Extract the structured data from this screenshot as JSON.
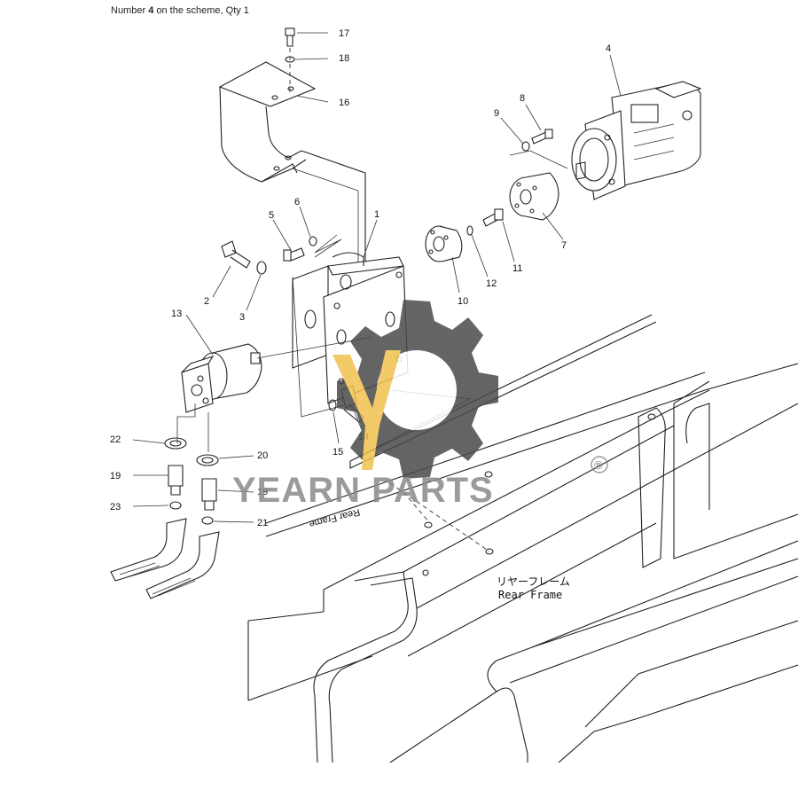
{
  "caption": {
    "prefix": "Number ",
    "number": "4",
    "suffix": " on the scheme, Qty 1"
  },
  "callouts": [
    {
      "id": "17",
      "label": "17"
    },
    {
      "id": "18",
      "label": "18"
    },
    {
      "id": "16",
      "label": "16"
    },
    {
      "id": "4",
      "label": "4"
    },
    {
      "id": "8",
      "label": "8"
    },
    {
      "id": "9",
      "label": "9"
    },
    {
      "id": "1",
      "label": "1"
    },
    {
      "id": "6",
      "label": "6"
    },
    {
      "id": "5",
      "label": "5"
    },
    {
      "id": "7",
      "label": "7"
    },
    {
      "id": "11",
      "label": "11"
    },
    {
      "id": "12",
      "label": "12"
    },
    {
      "id": "10",
      "label": "10"
    },
    {
      "id": "2",
      "label": "2"
    },
    {
      "id": "3",
      "label": "3"
    },
    {
      "id": "13",
      "label": "13"
    },
    {
      "id": "14",
      "label": "14"
    },
    {
      "id": "15",
      "label": "15"
    },
    {
      "id": "22",
      "label": "22"
    },
    {
      "id": "20",
      "label": "20"
    },
    {
      "id": "19a",
      "label": "19"
    },
    {
      "id": "19b",
      "label": "19"
    },
    {
      "id": "23",
      "label": "23"
    },
    {
      "id": "21",
      "label": "21"
    }
  ],
  "frame_label": {
    "japanese": "リヤーフレーム",
    "english": "Rear Frame"
  },
  "mirrored_text": "Rear Frame",
  "watermark": {
    "brand": "YEARN PARTS",
    "registered": "®",
    "gear_color": "#4a4a4a",
    "accent_color": "#f2c14e"
  }
}
